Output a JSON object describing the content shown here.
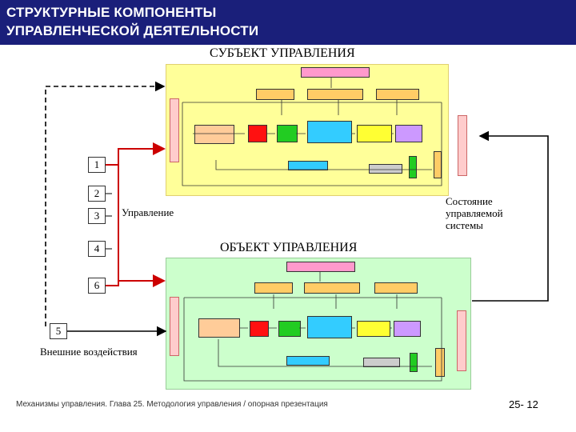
{
  "header": {
    "line1": "СТРУКТУРНЫЕ КОМПОНЕНТЫ",
    "line2": "УПРАВЛЕНЧЕСКОЙ ДЕЯТЕЛЬНОСТИ"
  },
  "diagram": {
    "subject_title": "СУБЪЕКТ УПРАВЛЕНИЯ",
    "object_title": "ОБЪЕКТ УПРАВЛЕНИЯ",
    "numbers": [
      "1",
      "2",
      "3",
      "4",
      "6",
      "5"
    ],
    "control_label": "Управление",
    "state_label": "Состояние управляемой системы",
    "external_label": "Внешние воздействия",
    "colors": {
      "header_bg": "#1a1f7a",
      "subject_panel": "#ffff99",
      "object_panel": "#ccffcc",
      "arrow_red": "#cc0000"
    }
  },
  "footer": {
    "caption": "Механизмы управления. Глава 25. Методология управления / опорная презентация",
    "page": "25- 12"
  }
}
